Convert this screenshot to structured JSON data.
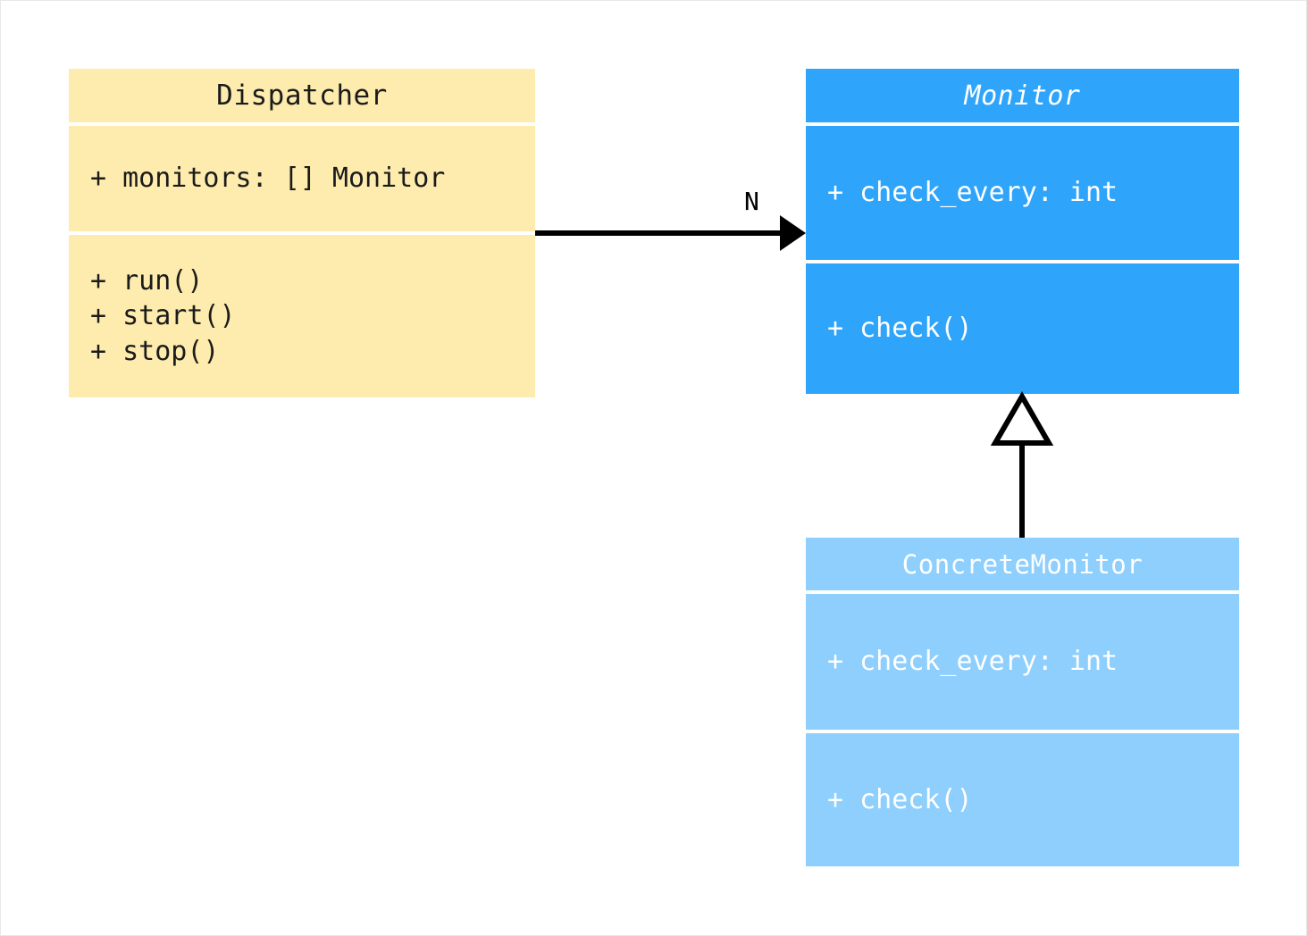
{
  "diagram": {
    "type": "uml-class-diagram",
    "background": "#ffffff",
    "classes": [
      {
        "id": "dispatcher",
        "name": "Dispatcher",
        "abstract": false,
        "fill": "#fdecad",
        "text_color": "#1b1b1b",
        "attributes": "+ monitors: [] Monitor",
        "methods": "+ run()\n+ start()\n+ stop()"
      },
      {
        "id": "monitor",
        "name": "Monitor",
        "abstract": true,
        "fill": "#2fa4fb",
        "text_color": "#ffffff",
        "attributes": "+ check_every: int",
        "methods": "+ check()"
      },
      {
        "id": "concrete_monitor",
        "name": "ConcreteMonitor",
        "abstract": false,
        "fill": "#8ecffd",
        "text_color": "#ffffff",
        "attributes": "+ check_every: int",
        "methods": "+ check()"
      }
    ],
    "relationships": [
      {
        "id": "dispatcher-to-monitor",
        "kind": "association",
        "from": "Dispatcher",
        "to": "Monitor",
        "label": "N",
        "arrowhead": "filled-triangle",
        "line": "solid",
        "color": "#000000"
      },
      {
        "id": "concrete-to-monitor",
        "kind": "generalization",
        "from": "ConcreteMonitor",
        "to": "Monitor",
        "label": "",
        "arrowhead": "hollow-triangle",
        "line": "solid",
        "color": "#000000"
      }
    ]
  }
}
